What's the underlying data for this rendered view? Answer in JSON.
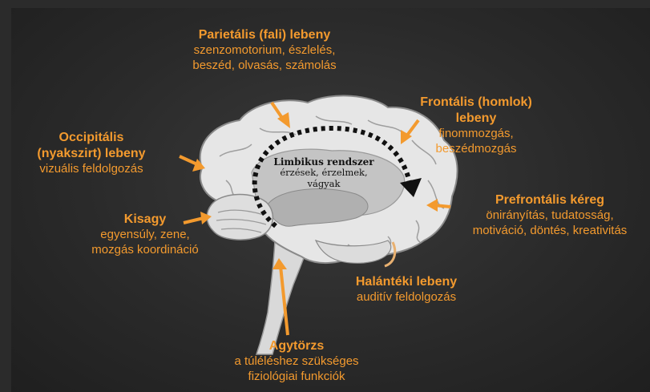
{
  "labels": {
    "parietal": {
      "title": "Parietális (fali) lebeny",
      "desc": [
        "szenzomotorium, észlelés,",
        "beszéd, olvasás, számolás"
      ]
    },
    "frontal": {
      "title": [
        "Frontális (homlok)",
        "lebeny"
      ],
      "desc": [
        "finommozgás,",
        "beszédmozgás"
      ]
    },
    "occipital": {
      "title": [
        "Occipitális",
        "(nyakszirt) lebeny"
      ],
      "desc": [
        "vizuális feldolgozás"
      ]
    },
    "limbic": {
      "title": "Limbikus rendszer",
      "desc": [
        "érzések, érzelmek,",
        "vágyak"
      ]
    },
    "prefrontal": {
      "title": "Prefrontális kéreg",
      "desc": [
        "önirányítás, tudatosság,",
        "motiváció, döntés, kreativitás"
      ]
    },
    "cerebellum": {
      "title": "Kisagy",
      "desc": [
        "egyensúly, zene,",
        "mozgás koordináció"
      ]
    },
    "temporal": {
      "title": "Halántéki lebeny",
      "desc": [
        "auditív feldolgozás"
      ]
    },
    "brainstem": {
      "title": "Agytörzs",
      "desc": [
        "a túléléshez szükséges",
        "fiziológiai funkciók"
      ]
    }
  },
  "colors": {
    "accent": "#f39a2e",
    "brain_fill": "#e6e6e6",
    "brain_stroke": "#8a8a8a",
    "inner": "#bdbdbd",
    "background": "#2a2a2a"
  }
}
